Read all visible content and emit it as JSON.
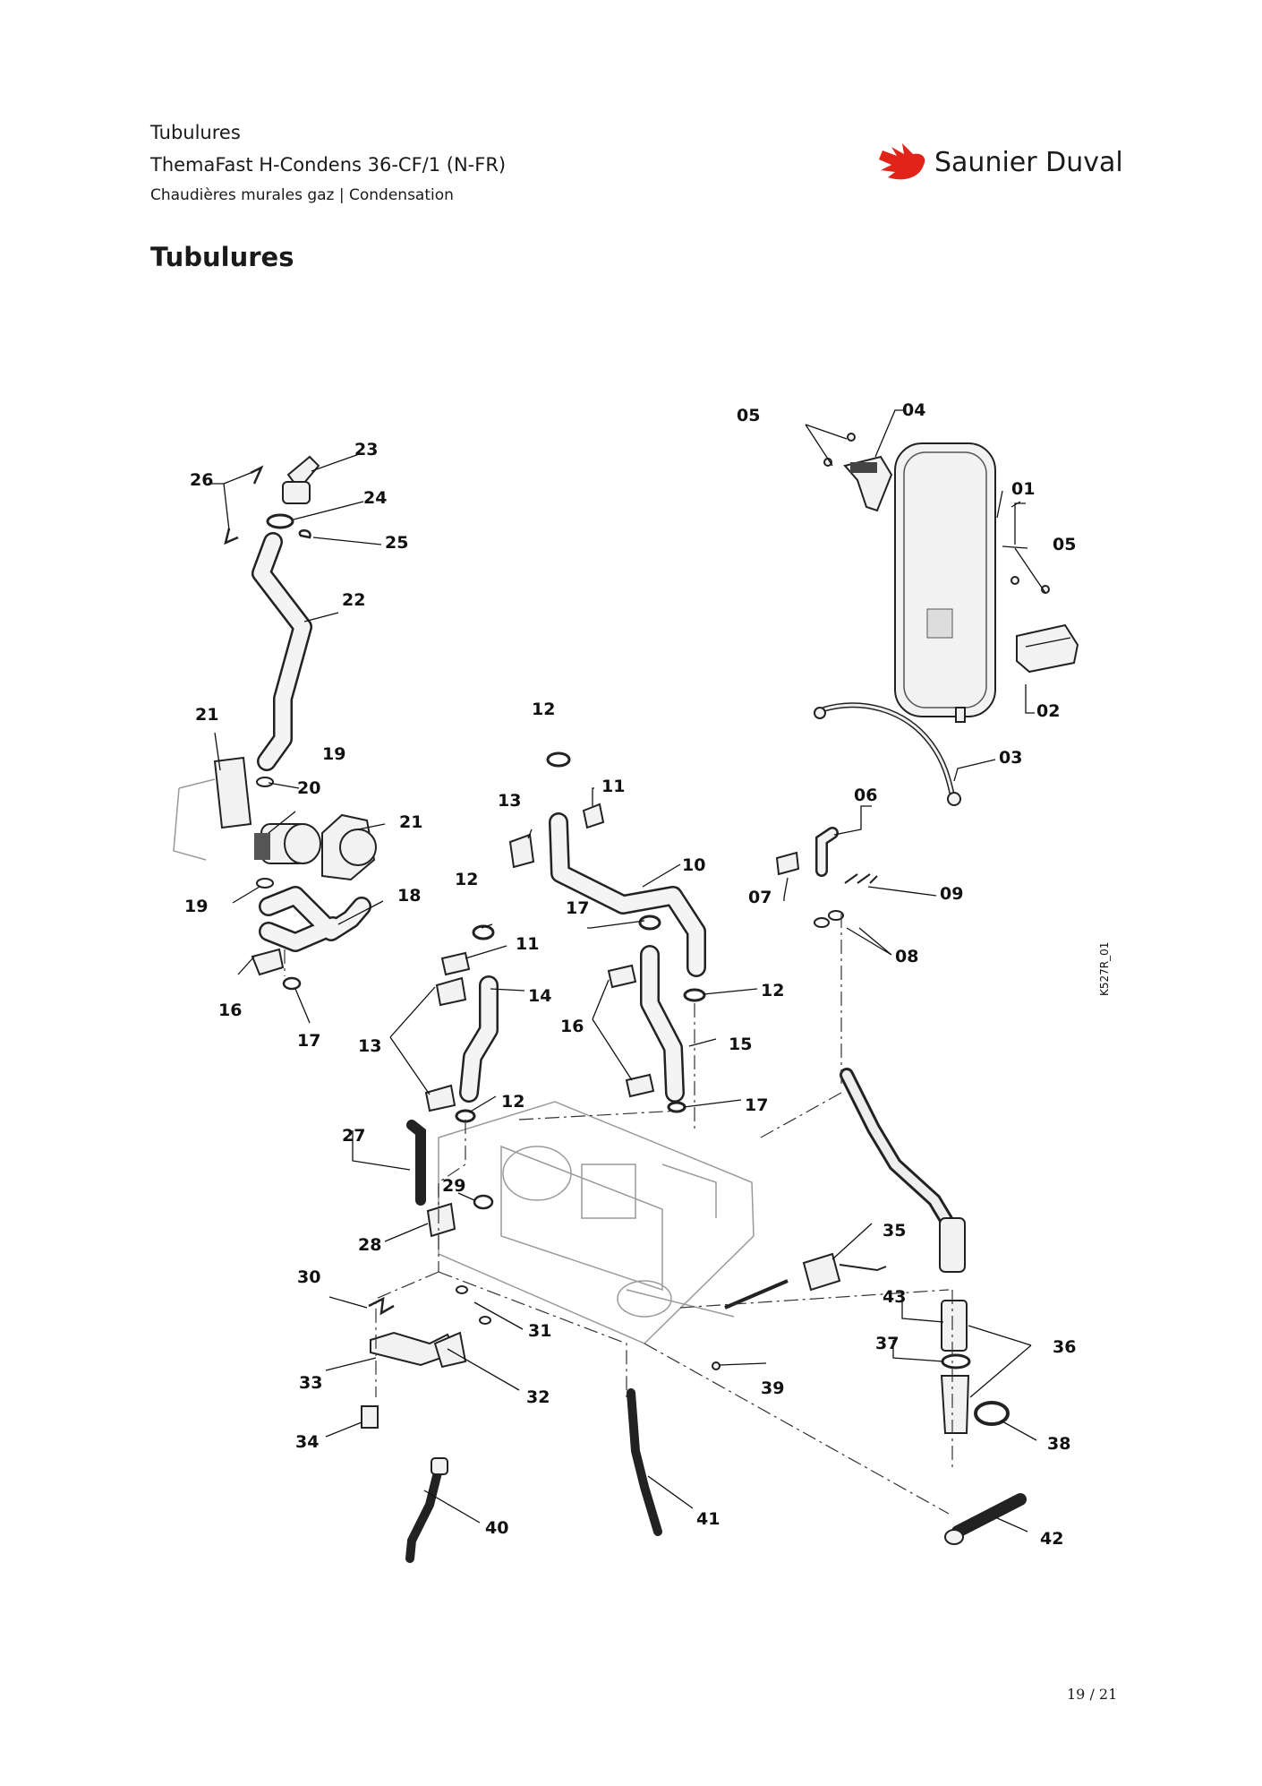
{
  "header": {
    "title": "Tubulures",
    "model": "ThemaFast H-Condens 36-CF/1 (N-FR)",
    "category": "Chaudières murales gaz | Condensation"
  },
  "brand": {
    "name": "Saunier Duval",
    "color": "#e2231a"
  },
  "section_heading": "Tubulures",
  "diagram": {
    "reference": "K527R_01",
    "labels": {
      "l01": "01",
      "l02": "02",
      "l03": "03",
      "l04": "04",
      "l05a": "05",
      "l05b": "05",
      "l06": "06",
      "l07": "07",
      "l08": "08",
      "l09": "09",
      "l10": "10",
      "l11a": "11",
      "l11b": "11",
      "l12a": "12",
      "l12b": "12",
      "l12c": "12",
      "l12d": "12",
      "l13a": "13",
      "l13b": "13",
      "l14": "14",
      "l15": "15",
      "l16a": "16",
      "l16b": "16",
      "l17a": "17",
      "l17b": "17",
      "l17c": "17",
      "l18": "18",
      "l19a": "19",
      "l19b": "19",
      "l20": "20",
      "l21a": "21",
      "l21b": "21",
      "l22": "22",
      "l23": "23",
      "l24": "24",
      "l25": "25",
      "l26": "26",
      "l27": "27",
      "l28": "28",
      "l29": "29",
      "l30": "30",
      "l31": "31",
      "l32": "32",
      "l33": "33",
      "l34": "34",
      "l35": "35",
      "l36": "36",
      "l37": "37",
      "l38": "38",
      "l39": "39",
      "l40": "40",
      "l41": "41",
      "l42": "42",
      "l43": "43"
    }
  },
  "page_number": "19 / 21"
}
